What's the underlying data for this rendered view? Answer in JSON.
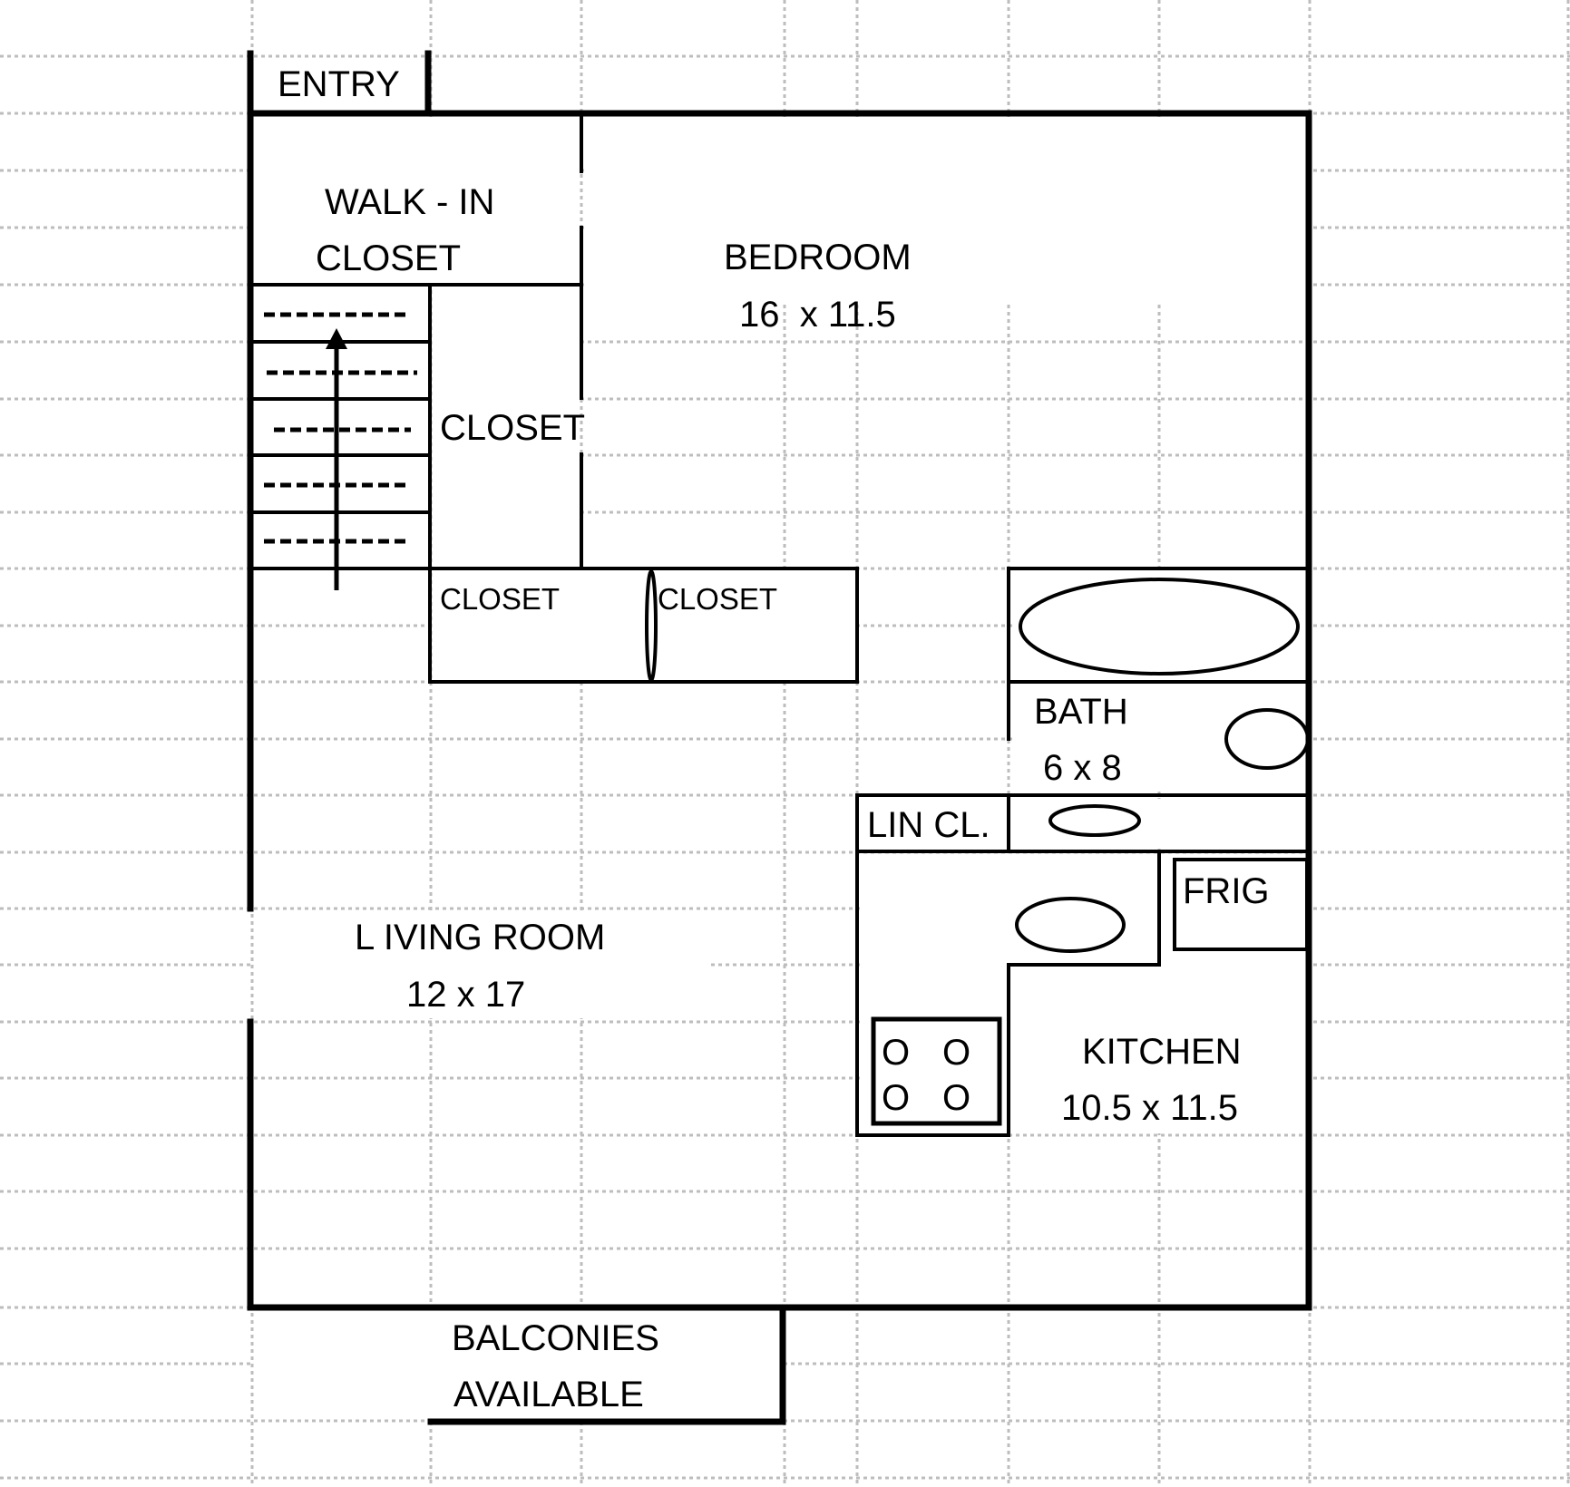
{
  "plan": {
    "colors": {
      "wall": "#000000",
      "grid": "#bdbdbd",
      "background": "#ffffff"
    },
    "rooms": {
      "entry": {
        "label": "ENTRY"
      },
      "walk_in_closet": {
        "label_line1": "WALK - IN",
        "label_line2": "CLOSET"
      },
      "bedroom": {
        "label": "BEDROOM",
        "dimensions": "16  x 11.5"
      },
      "closet_stair_side": {
        "label": "CLOSET"
      },
      "closet_left": {
        "label": "CLOSET"
      },
      "closet_right": {
        "label": "CLOSET"
      },
      "bath": {
        "label": "BATH",
        "dimensions": "6 x 8"
      },
      "linen_closet": {
        "label": "LIN CL."
      },
      "fridge": {
        "label": "FRIG"
      },
      "living_room": {
        "label": "L IVING ROOM",
        "dimensions": "12 x 17"
      },
      "kitchen": {
        "label": "KITCHEN",
        "dimensions": "10.5 x 11.5"
      },
      "balcony": {
        "label_line1": "BALCONIES",
        "label_line2": "AVAILABLE"
      }
    },
    "stove": {
      "burners": [
        "O",
        "O",
        "O",
        "O"
      ]
    },
    "stairs": {
      "direction": "up",
      "steps": 5
    }
  }
}
